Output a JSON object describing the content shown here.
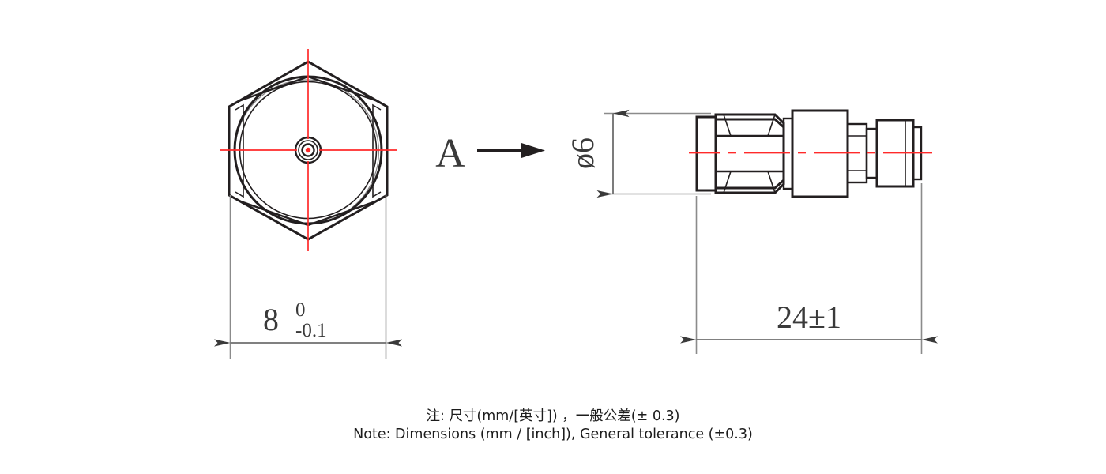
{
  "drawing": {
    "title": "RF coaxial connector dimensional drawing",
    "line_color": "#231f20",
    "centerline_color": "#ff2a2a",
    "extension_line_color": "#8b8b8b",
    "dimension_text_color": "#3a3a3a",
    "background_color": "#ffffff"
  },
  "front_view": {
    "name": "hex-face-view",
    "description": "Hexagonal nut face with concentric circles and center contact",
    "width_dimension": {
      "value": "8",
      "upper_tolerance": "0",
      "lower_tolerance": "-0.1",
      "combined": "8 0/-0.1"
    }
  },
  "view_arrow": {
    "label": "A",
    "direction": "right"
  },
  "side_view": {
    "name": "connector-profile-view",
    "description": "Side profile of SMA style connector with hex nut, body and barrel",
    "diameter_dimension": {
      "symbol": "ø",
      "value": "6",
      "combined": "ø6",
      "orientation": "vertical"
    },
    "length_dimension": {
      "value": "24",
      "tolerance": "±1",
      "combined": "24±1"
    }
  },
  "notes": {
    "line_cn": "注: 尺寸(mm/[英寸]) ，一般公差(± 0.3)",
    "line_en": "Note: Dimensions (mm / [inch]), General tolerance (±0.3)"
  }
}
